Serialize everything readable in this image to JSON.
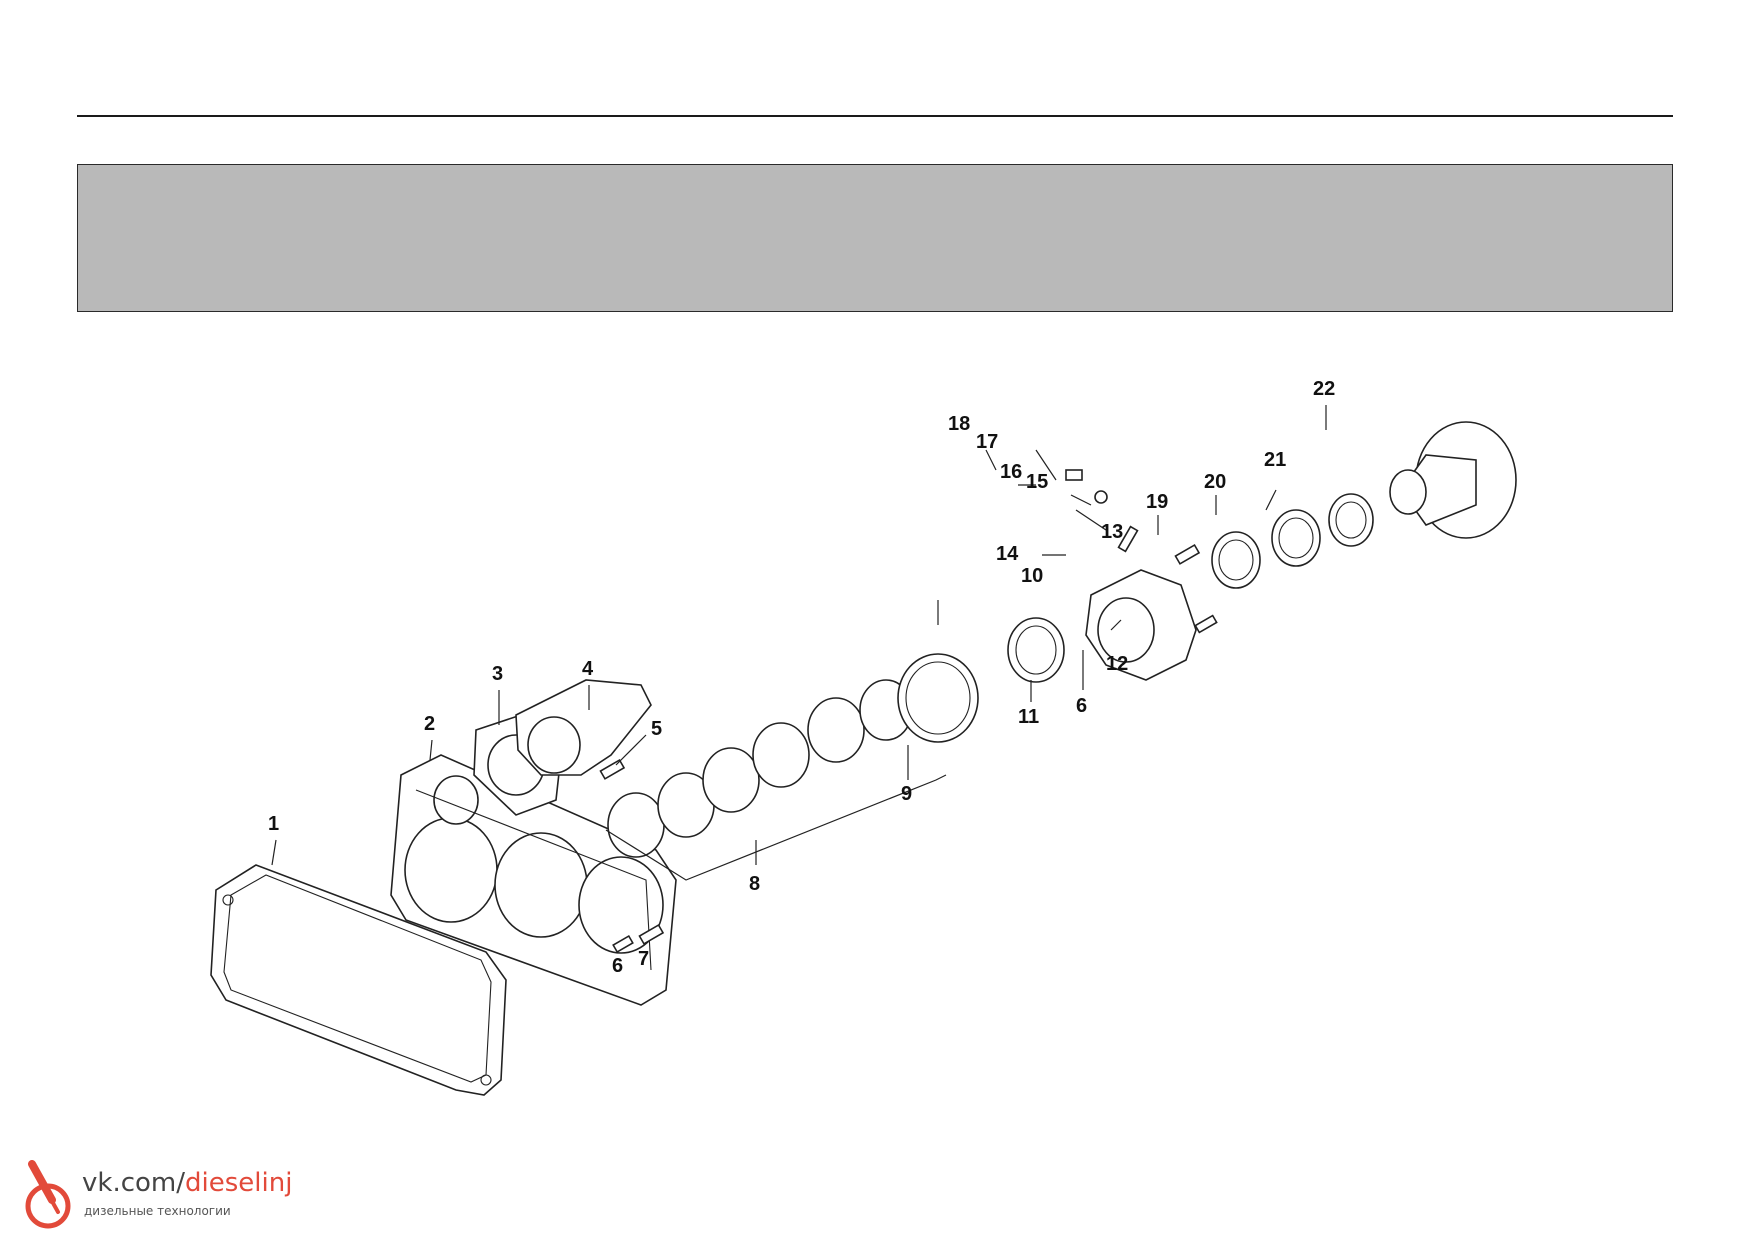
{
  "callouts": [
    {
      "id": "1",
      "label": "1"
    },
    {
      "id": "2",
      "label": "2"
    },
    {
      "id": "3",
      "label": "3"
    },
    {
      "id": "4",
      "label": "4"
    },
    {
      "id": "5",
      "label": "5"
    },
    {
      "id": "6a",
      "label": "6"
    },
    {
      "id": "7",
      "label": "7"
    },
    {
      "id": "8",
      "label": "8"
    },
    {
      "id": "9",
      "label": "9"
    },
    {
      "id": "10",
      "label": "10"
    },
    {
      "id": "11",
      "label": "11"
    },
    {
      "id": "6b",
      "label": "6"
    },
    {
      "id": "12",
      "label": "12"
    },
    {
      "id": "13",
      "label": "13"
    },
    {
      "id": "14",
      "label": "14"
    },
    {
      "id": "15",
      "label": "15"
    },
    {
      "id": "16",
      "label": "16"
    },
    {
      "id": "17",
      "label": "17"
    },
    {
      "id": "18",
      "label": "18"
    },
    {
      "id": "19",
      "label": "19"
    },
    {
      "id": "20",
      "label": "20"
    },
    {
      "id": "21",
      "label": "21"
    },
    {
      "id": "22",
      "label": "22"
    }
  ],
  "watermark": {
    "site_prefix": "vk.com/",
    "site_name": "dieselinj",
    "subtitle": "дизельные технологии",
    "accent_color": "#e24a3a"
  }
}
